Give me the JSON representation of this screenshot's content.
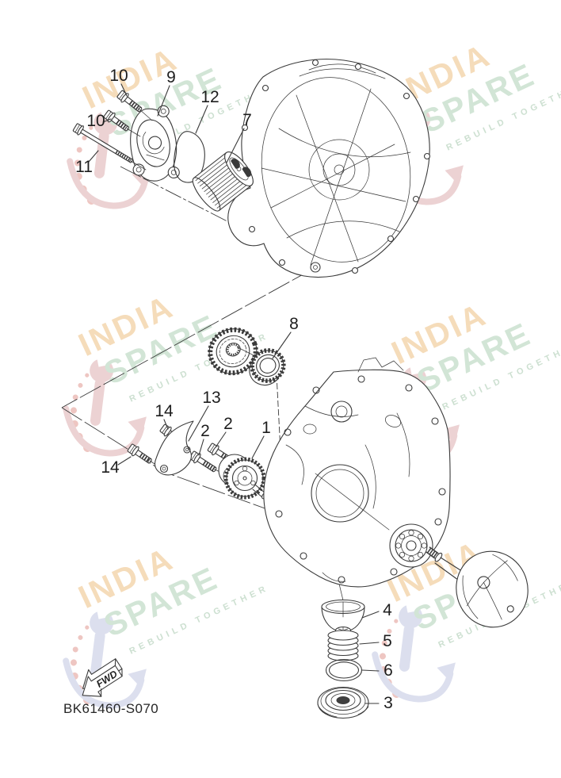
{
  "diagram": {
    "part_code": "BK61460-S070",
    "fwd_label": "FWD"
  },
  "watermark": {
    "brand_top": "INDIA",
    "brand_bottom": "SPARE",
    "tagline": "REBUILD TOGETHER",
    "colors": {
      "brand_top": "#f5dcba",
      "brand_bottom": "#d2e5d6",
      "tagline": "#cde0d1",
      "dots": "#eec6c2",
      "wrench_pink": "#ecd2d3",
      "wrench_blue": "#dcdfee",
      "ink": "#3a3a3a"
    }
  },
  "callouts": [
    {
      "label": "10"
    },
    {
      "label": "9"
    },
    {
      "label": "12"
    },
    {
      "label": "7"
    },
    {
      "label": "10"
    },
    {
      "label": "11"
    },
    {
      "label": "8"
    },
    {
      "label": "13"
    },
    {
      "label": "14"
    },
    {
      "label": "2"
    },
    {
      "label": "2"
    },
    {
      "label": "1"
    },
    {
      "label": "14"
    },
    {
      "label": "4"
    },
    {
      "label": "5"
    },
    {
      "label": "6"
    },
    {
      "label": "3"
    }
  ]
}
